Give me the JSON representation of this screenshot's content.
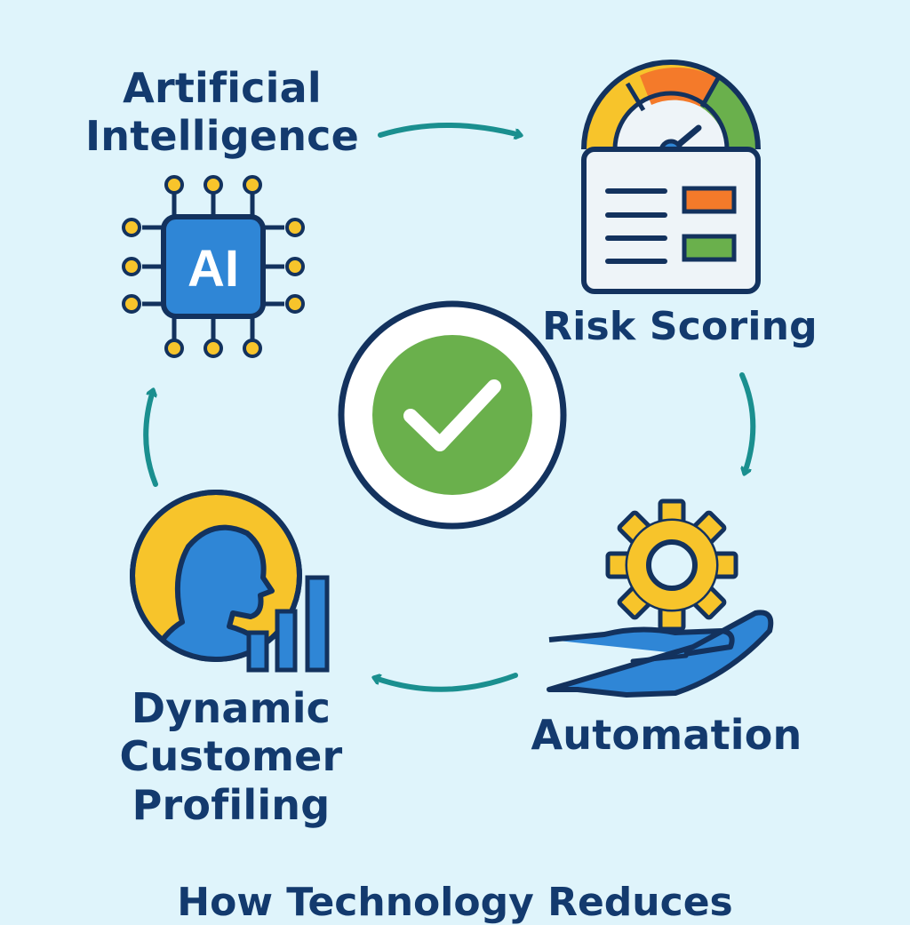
{
  "diagram": {
    "nodes": [
      {
        "id": "ai",
        "lines": [
          "Artificial",
          "Intelligence"
        ],
        "icon": "ai-chip-icon",
        "chip_text": "AI"
      },
      {
        "id": "risk",
        "lines": [
          "Risk Scoring"
        ],
        "icon": "gauge-report-icon"
      },
      {
        "id": "automation",
        "lines": [
          "Automation"
        ],
        "icon": "gear-hand-icon"
      },
      {
        "id": "profiling",
        "lines": [
          "Dynamic",
          "Customer",
          "Profiling"
        ],
        "icon": "person-bar-chart-icon"
      }
    ],
    "center_icon": "checkmark-circle-icon",
    "flow": "clockwise-cycle"
  },
  "footer": {
    "title": "How Technology Reduces"
  },
  "colors": {
    "background": "#dff4fb",
    "text": "#133a6e",
    "outline": "#13325e",
    "arrow": "#1a8f8f",
    "blue": "#2f86d6",
    "yellow": "#f7c42b",
    "orange": "#f47a2a",
    "green": "#6ab04c"
  }
}
